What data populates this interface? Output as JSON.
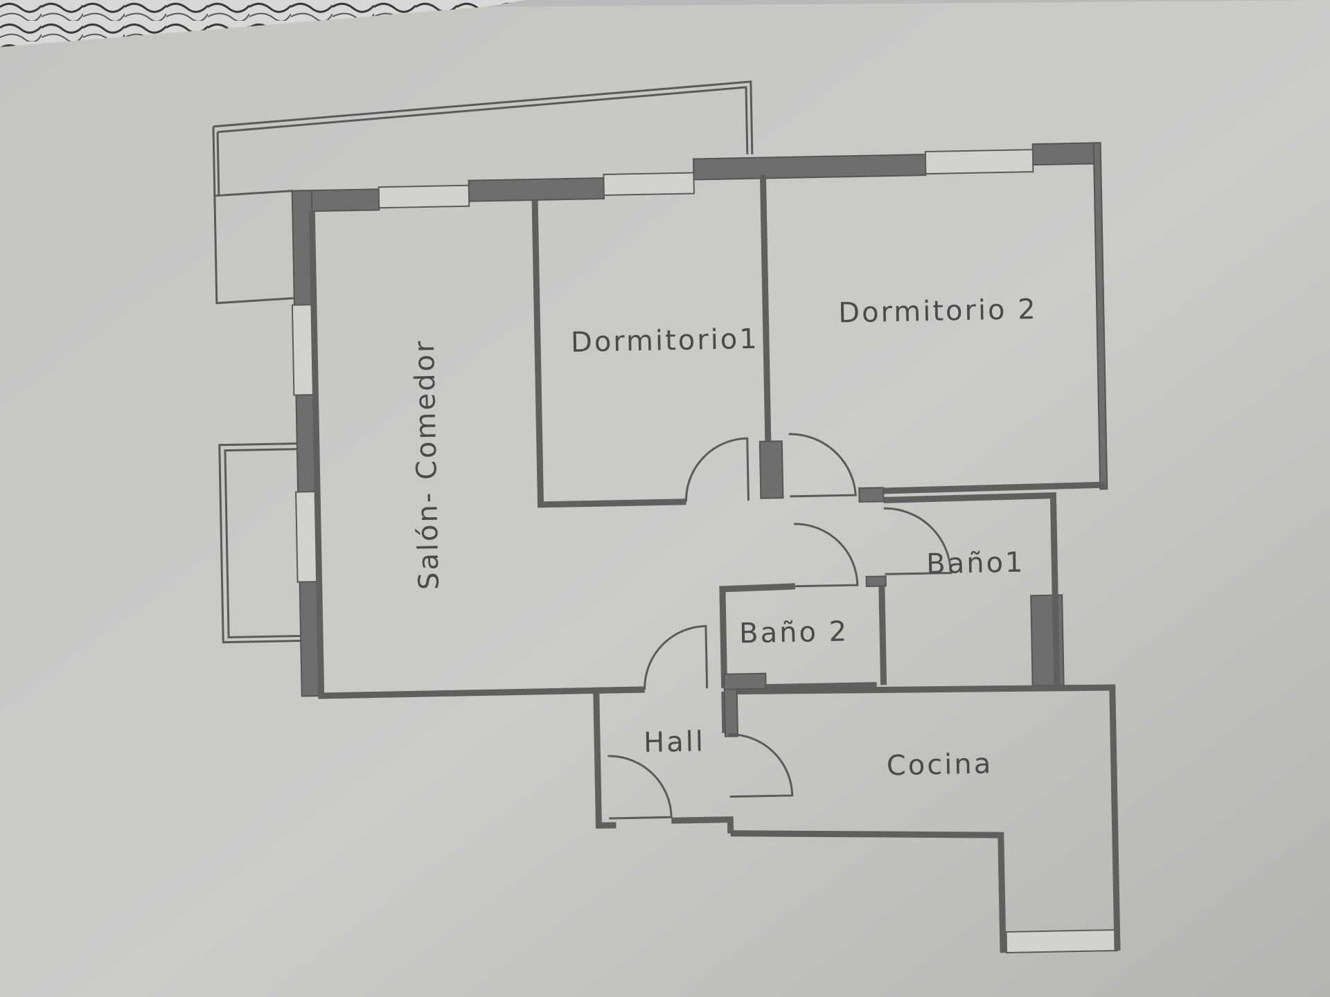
{
  "plan": {
    "rooms": [
      {
        "id": "salon",
        "label": "Salón- Comedor"
      },
      {
        "id": "dorm1",
        "label": "Dormitorio1"
      },
      {
        "id": "dorm2",
        "label": "Dormitorio 2"
      },
      {
        "id": "bano1",
        "label": "Baño1"
      },
      {
        "id": "bano2",
        "label": "Baño 2"
      },
      {
        "id": "hall",
        "label": "Hall"
      },
      {
        "id": "cocina",
        "label": "Cocina"
      }
    ]
  },
  "colors": {
    "paper": "#c9c9c6",
    "wall": "#6e6e6c",
    "line": "#5a5a58",
    "text": "#4a4a48"
  }
}
